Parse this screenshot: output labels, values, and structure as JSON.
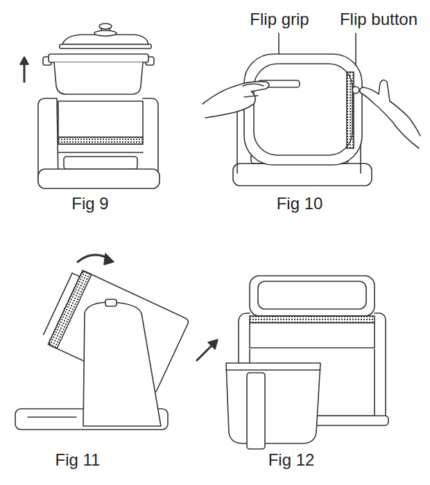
{
  "diagram": {
    "labels": [
      "Flip grip",
      "Flip button",
      "Fig 9",
      "Fig 10",
      "Fig 11",
      "Fig 12"
    ]
  }
}
